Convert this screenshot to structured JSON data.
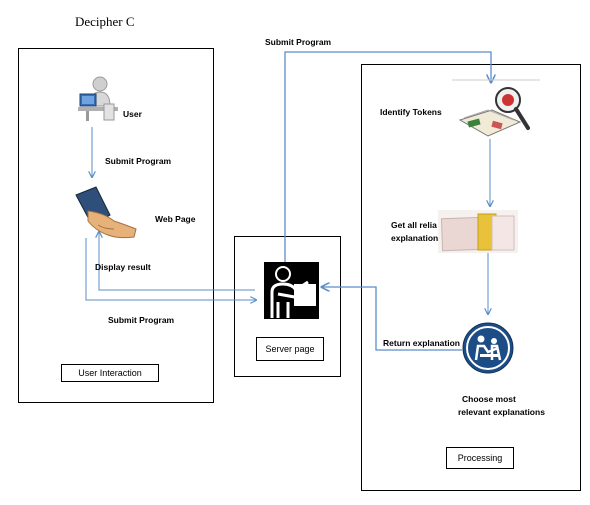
{
  "title": "Decipher C",
  "left_panel": {
    "user_label": "User",
    "submit_program_label": "Submit Program",
    "web_page_label": "Web Page",
    "display_result_label": "Display result",
    "submit_program_bottom_label": "Submit Program",
    "caption": "User Interaction"
  },
  "center": {
    "caption": "Server page"
  },
  "top_arrow_label": "Submit Program",
  "right_panel": {
    "identify_tokens_label": "Identify Tokens",
    "get_all_label_line1": "Get all relia",
    "get_all_label_line2": "explanation",
    "return_label": "Return explanation",
    "choose_line1": "Choose most",
    "choose_line2": "relevant explanations",
    "caption": "Processing"
  },
  "colors": {
    "arrow": "#5b8ec9",
    "stroke": "#000000"
  },
  "icons": [
    "user-at-computer-icon",
    "hand-on-book-icon",
    "presenter-icon",
    "magnifier-book-icon",
    "papers-icon",
    "meeting-circle-icon"
  ]
}
